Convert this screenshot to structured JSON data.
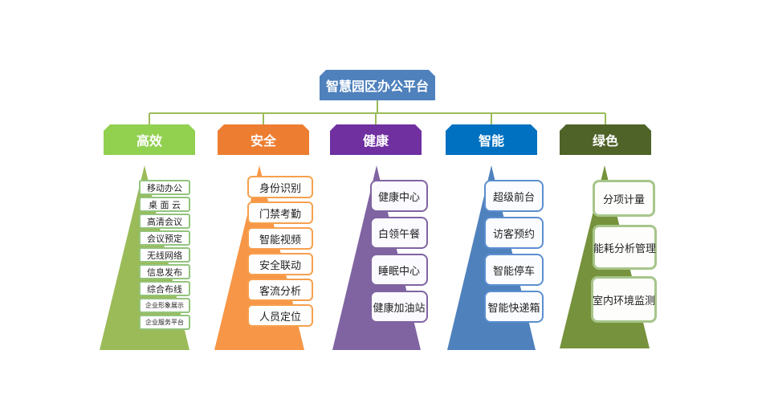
{
  "root": {
    "label": "智慧园区办公平台",
    "color": "#4f81bd"
  },
  "line_color": "#9bbb59",
  "categories": [
    {
      "id": "c1",
      "label": "高效",
      "color": "#92d050",
      "triangle_color": "#9bbb59",
      "items": [
        "移动办公",
        "桌 面 云",
        "高清会议",
        "会议预定",
        "无线网络",
        "信息发布",
        "综合布线",
        "企业形象展示",
        "企业服务平台"
      ]
    },
    {
      "id": "c2",
      "label": "安全",
      "color": "#ed7d31",
      "triangle_color": "#f79646",
      "items": [
        "身份识别",
        "门禁考勤",
        "智能视频",
        "安全联动",
        "客流分析",
        "人员定位"
      ]
    },
    {
      "id": "c3",
      "label": "健康",
      "color": "#7030a0",
      "triangle_color": "#8064a2",
      "items": [
        "健康中心",
        "白领午餐",
        "睡眠中心",
        "健康加油站"
      ]
    },
    {
      "id": "c4",
      "label": "智能",
      "color": "#0070c0",
      "triangle_color": "#4f81bd",
      "items": [
        "超级前台",
        "访客预约",
        "智能停车",
        "智能快递箱"
      ]
    },
    {
      "id": "c5",
      "label": "绿色",
      "color": "#4f6228",
      "triangle_color": "#76923c",
      "items": [
        "分项计量",
        "能耗分析管理",
        "室内环境监测"
      ]
    }
  ]
}
